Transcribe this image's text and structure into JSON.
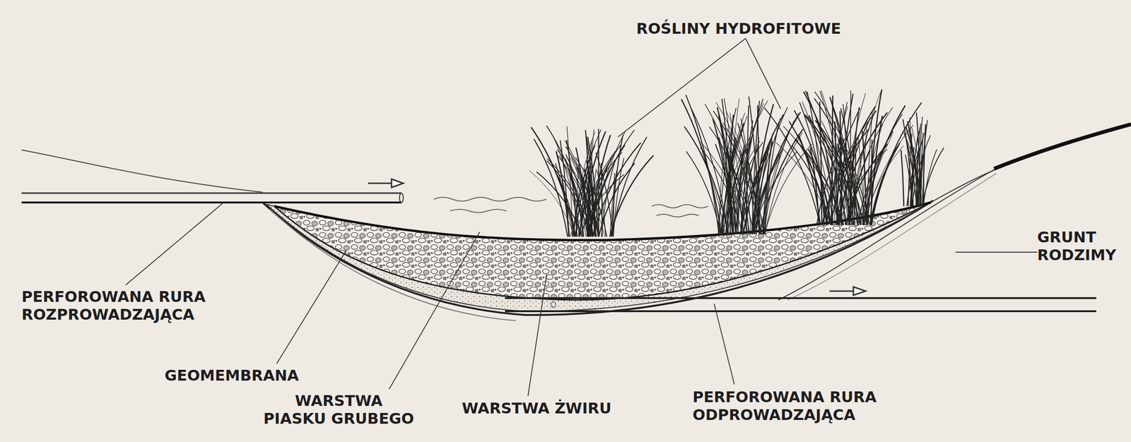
{
  "diagram": {
    "labels": [
      "ROŚLINY HYDROFITOWE",
      "GRUNT RODZIMY",
      "PERFOROWANA RURA ROZPROWADZAJĄCA",
      "GEOMEMBRANA",
      "WARSTWA PIASKU GRUBEGO",
      "WARSTWA ŻWIRU",
      "PERFOROWANA RURA ODPROWADZAJĄCA"
    ]
  }
}
